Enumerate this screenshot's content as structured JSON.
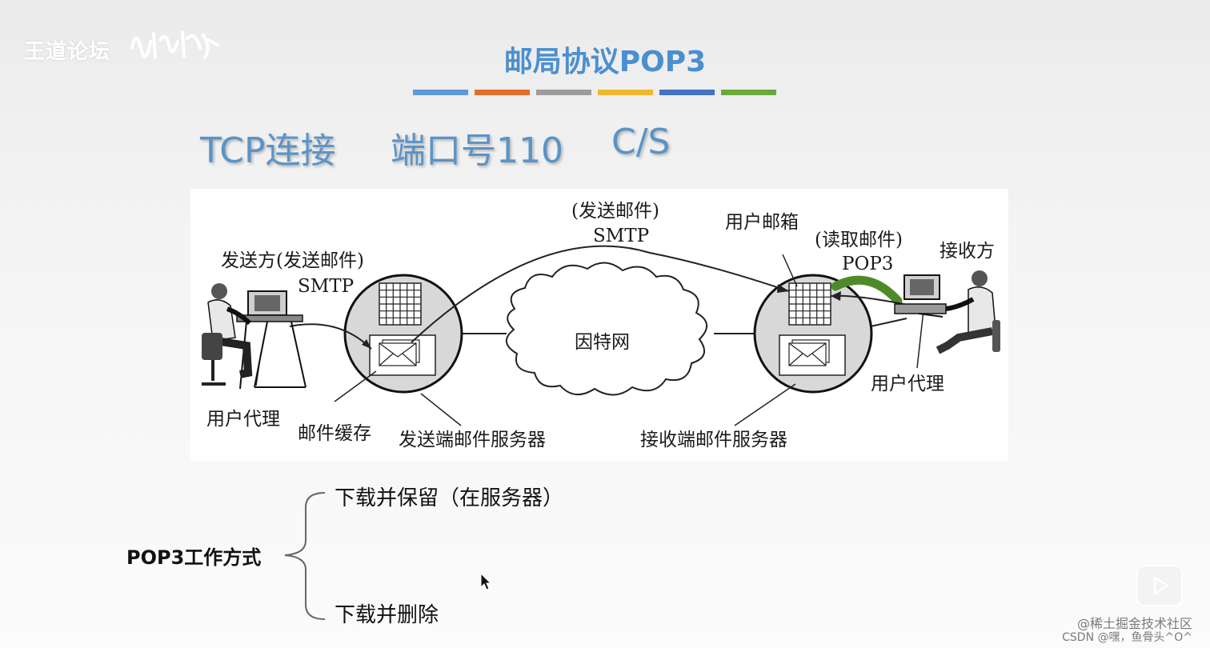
{
  "logo": {
    "text": "王道论坛"
  },
  "title": "邮局协议POP3",
  "color_bars": [
    "#5a9bd5",
    "#e36f2c",
    "#9c9c9c",
    "#f2b82d",
    "#4472c4",
    "#6aaa3a"
  ],
  "subtitle": {
    "tcp": "TCP连接",
    "port": "端口号110",
    "mode": "C/S"
  },
  "diagram": {
    "smtp_top_paren": "(发送邮件)",
    "smtp_top": "SMTP",
    "sender_paren": "发送方(发送邮件)",
    "sender_smtp": "SMTP",
    "user_mailbox": "用户邮箱",
    "read_paren": "(读取邮件)",
    "pop3": "POP3",
    "receiver": "接收方",
    "internet": "因特网",
    "user_agent_left": "用户代理",
    "mail_cache": "邮件缓存",
    "send_server": "发送端邮件服务器",
    "recv_server": "接收端邮件服务器",
    "user_agent_right": "用户代理"
  },
  "pop3_modes": {
    "label": "POP3工作方式",
    "options": [
      "下载并保留（在服务器）",
      "下载并删除"
    ]
  },
  "watermark": {
    "line1": "@稀土掘金技术社区",
    "line2": "CSDN @嘿，鱼骨头^O^"
  },
  "icons": [
    "play-icon",
    "cursor-icon",
    "envelope-icon",
    "mailbox-grid-icon",
    "cloud-icon",
    "computer-user-icon"
  ]
}
